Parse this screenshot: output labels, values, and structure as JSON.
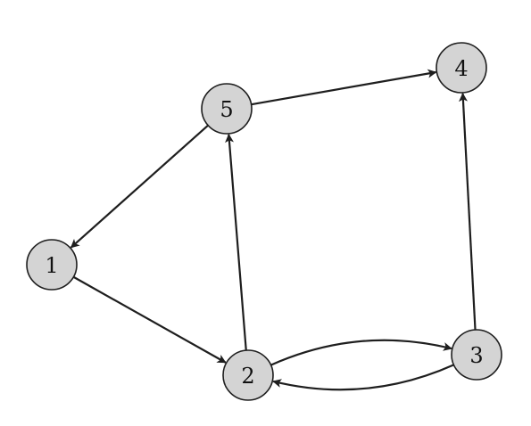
{
  "graph": {
    "nodes": [
      {
        "id": "1",
        "label": "1"
      },
      {
        "id": "2",
        "label": "2"
      },
      {
        "id": "3",
        "label": "3"
      },
      {
        "id": "4",
        "label": "4"
      },
      {
        "id": "5",
        "label": "5"
      }
    ],
    "edges": [
      {
        "from": "5",
        "to": "4"
      },
      {
        "from": "5",
        "to": "1"
      },
      {
        "from": "1",
        "to": "2"
      },
      {
        "from": "2",
        "to": "5"
      },
      {
        "from": "3",
        "to": "4"
      },
      {
        "from": "2",
        "to": "3"
      },
      {
        "from": "3",
        "to": "2"
      }
    ],
    "colors": {
      "node_fill": "#d4d4d4",
      "stroke": "#1e1e1e"
    }
  }
}
